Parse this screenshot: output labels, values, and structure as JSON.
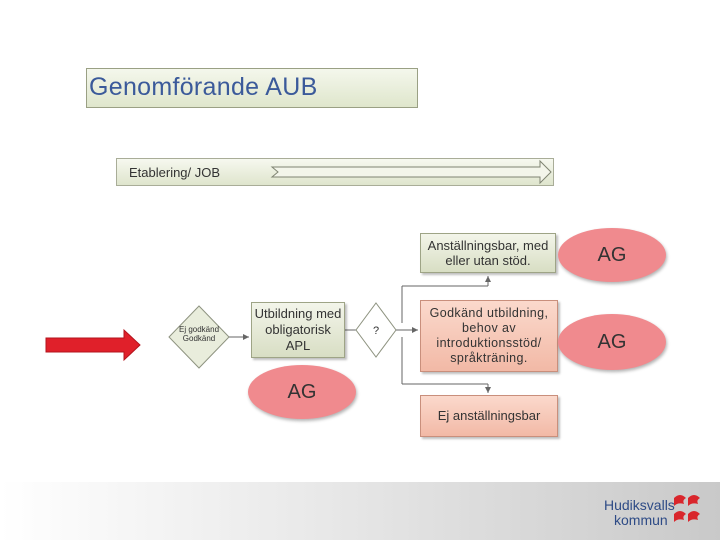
{
  "title": "Genomförande AUB",
  "etablering_label": "Etablering/ JOB",
  "diamond": {
    "top_label": "Ej godkänd",
    "bottom_label": "Godkänd"
  },
  "utbildning_box": "Utbildning med obligatorisk APL",
  "question_mark": "?",
  "outcomes": {
    "anstallningsbar": "Anställningsbar, med eller utan stöd.",
    "godkand_utbildning": "Godkänd utbildning, behov av introduktionsstöd/ språkträning.",
    "ej_anstallningsbar": "Ej anställningsbar"
  },
  "ag_labels": [
    "AG",
    "AG",
    "AG"
  ],
  "logo": {
    "line1": "Hudiksvalls",
    "line2": "kommun"
  },
  "colors": {
    "title_text": "#3b5a9a",
    "red_arrow": "#e0202a",
    "ag_circle": "#f08a8e",
    "peach_box": "#f2b9a6",
    "green_box": "#dfe6cc",
    "logo_red": "#d9262c",
    "logo_blue": "#2e4b86"
  }
}
